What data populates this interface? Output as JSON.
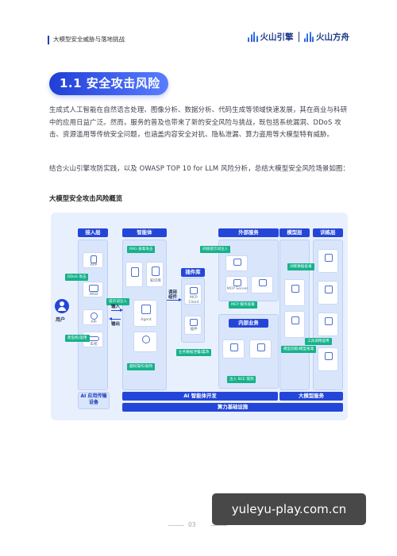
{
  "header": {
    "doc_title": "大模型安全威胁与落地挑战",
    "brand_left": "火山引擎",
    "brand_right": "火山方舟"
  },
  "section": {
    "title": "1.1 安全攻击风险",
    "para1": "生成式人工智能在自然语言处理、图像分析、数据分析、代码生成等领域快速发展，其在商业与科研中的应用日益广泛。然而，服务的普及也带来了新的安全风险与挑战，既包括系统漏洞、DDoS 攻击、资源滥用等传统安全问题，也涵盖内容安全对抗、隐私泄漏、算力盗用等大模型特有威胁。",
    "para2": "结合火山引擎攻防实践，以及 OWASP TOP 10 for LLM 风险分析，总结大模型安全风险场景如图：",
    "figure_caption": "大模型安全攻击风险概览"
  },
  "diagram": {
    "columns": {
      "access": "接入层",
      "agent": "智能体",
      "external": "外部服务",
      "model": "模型层",
      "training": "训练层",
      "plugins": "插件库",
      "internal": "内部业务"
    },
    "labels": {
      "user": "用户",
      "input": "输入",
      "output": "输出",
      "call_component": "调用组件",
      "agent": "Agent",
      "app": "APP",
      "web": "WEB",
      "api": "API",
      "car": "车机",
      "kb": "知识库",
      "mcp_client": "MCP Client",
      "mcp_server": "MCP Server",
      "plugin": "插件"
    },
    "risk_tags": {
      "ddos": "DDoS 攻击",
      "prompt_injection": "提示词注入",
      "abuse": "爬虫机/滥用",
      "rag_poison": "RAG 投毒攻击",
      "agent_hijack": "越权操作/劫持",
      "indirect_injection": "间接提示词注入",
      "mcp_poison": "MCP 服务投毒",
      "data_leak": "业务数据泄露/篡改",
      "sql_inject": "注入 BCE 漏洞",
      "data_poison": "训练数据投毒",
      "model_theft": "模型窃取/模型投毒",
      "tools_misuse": "工具调用滥用"
    },
    "bottom": {
      "left": "AI 应用传输设备",
      "middle": "AI 智能体开发",
      "right": "大模型服务",
      "base": "算力基础设施"
    }
  },
  "footer": {
    "page": "03"
  },
  "watermark": "yuleyu-play.com.cn",
  "colors": {
    "primary": "#2446d8",
    "risk": "#16b28a",
    "bg": "#e9f0fd"
  }
}
